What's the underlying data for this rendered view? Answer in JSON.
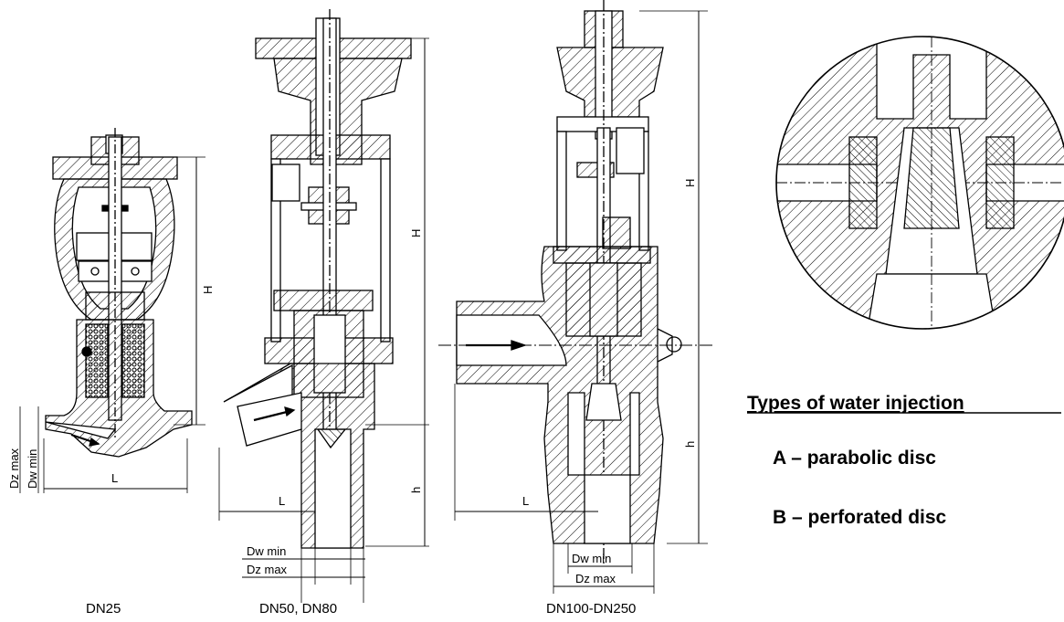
{
  "captions": {
    "dn25": "DN25",
    "dn50_80": "DN50, DN80",
    "dn100_250": "DN100-DN250"
  },
  "dimensions": {
    "L": "L",
    "H": "H",
    "h": "h",
    "dw_min": "Dw min",
    "dz_max": "Dz max"
  },
  "legend": {
    "title": "Types of water injection",
    "items": [
      "A – parabolic  disc",
      "B – perforated disc"
    ]
  },
  "colors": {
    "line": "#000000",
    "background": "#ffffff"
  }
}
